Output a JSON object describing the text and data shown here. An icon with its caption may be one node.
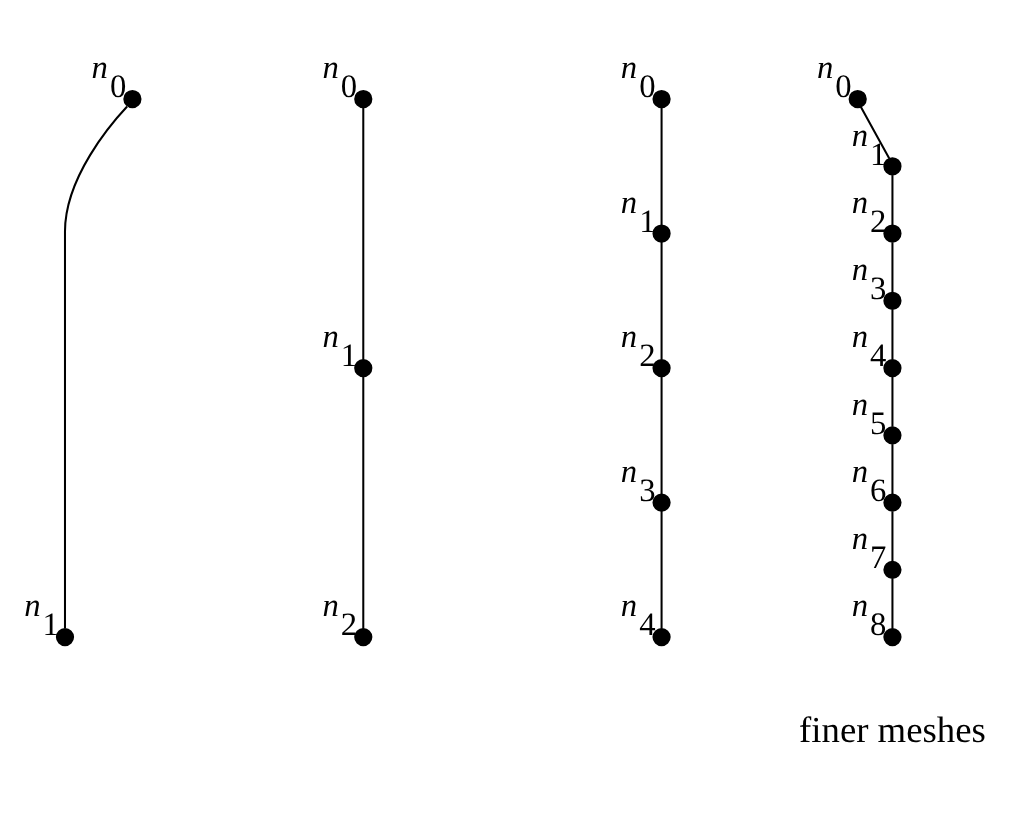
{
  "diagram": {
    "nodes": [
      {
        "text": [],
        "shape": "circle",
        "beside": [
          "n$_{0}$"
        ]
      },
      {
        "text": [],
        "shape": "circle",
        "beside": [
          "n$_{1}$"
        ]
      },
      {
        "text": [],
        "shape": "circle",
        "beside": [
          "n$_{0}$"
        ]
      },
      {
        "text": [],
        "shape": "circle",
        "beside": [
          "n$_{1}$"
        ]
      },
      {
        "text": [],
        "shape": "circle",
        "beside": [
          "n$_{2}$"
        ]
      },
      {
        "text": [],
        "shape": "circle",
        "beside": [
          "n$_{0}$"
        ]
      },
      {
        "text": [],
        "shape": "circle",
        "beside": [
          "n$_{1}$"
        ]
      },
      {
        "text": [],
        "shape": "circle",
        "beside": [
          "n$_{2}$"
        ]
      },
      {
        "text": [],
        "shape": "circle",
        "beside": [
          "n$_{3}$"
        ]
      },
      {
        "text": [],
        "shape": "circle",
        "beside": [
          "n$_{4}$"
        ]
      },
      {
        "text": [],
        "shape": "circle",
        "beside": [
          "n$_{0}$"
        ]
      },
      {
        "text": [],
        "shape": "circle",
        "beside": [
          "n$_{1}$"
        ]
      },
      {
        "text": [],
        "shape": "circle",
        "beside": [
          "n$_{2}$"
        ]
      },
      {
        "text": [],
        "shape": "circle",
        "beside": [
          "n$_{3}$"
        ]
      },
      {
        "text": [],
        "shape": "circle",
        "beside": [
          "n$_{4}$"
        ]
      },
      {
        "text": [],
        "shape": "circle",
        "beside": [
          "n$_{5}$"
        ]
      },
      {
        "text": [],
        "shape": "circle",
        "beside": [
          "n$_{6}$"
        ]
      },
      {
        "text": [],
        "shape": "circle",
        "beside": [
          "n$_{7}$"
        ]
      },
      {
        "text": [],
        "shape": "circle",
        "beside": [
          "n$_{8}$"
        ]
      }
    ],
    "edges": [
      {
        "from": 0,
        "to": 1,
        "arrow": "none"
      },
      {
        "from": 2,
        "to": 3,
        "arrow": "none"
      },
      {
        "from": 3,
        "to": 4,
        "arrow": "none"
      },
      {
        "from": 5,
        "to": 6,
        "arrow": "none"
      },
      {
        "from": 6,
        "to": 7,
        "arrow": "none"
      },
      {
        "from": 7,
        "to": 8,
        "arrow": "none"
      },
      {
        "from": 8,
        "to": 9,
        "arrow": "none"
      },
      {
        "from": 10,
        "to": 11,
        "arrow": "none"
      },
      {
        "from": 11,
        "to": 12,
        "arrow": "none"
      },
      {
        "from": 12,
        "to": 13,
        "arrow": "none"
      },
      {
        "from": 13,
        "to": 14,
        "arrow": "none"
      },
      {
        "from": 14,
        "to": 15,
        "arrow": "none"
      },
      {
        "from": 15,
        "to": 16,
        "arrow": "none"
      },
      {
        "from": 16,
        "to": 17,
        "arrow": "none"
      },
      {
        "from": 17,
        "to": 18,
        "arrow": "none"
      }
    ],
    "labels": [
      "finer meshes"
    ]
  }
}
